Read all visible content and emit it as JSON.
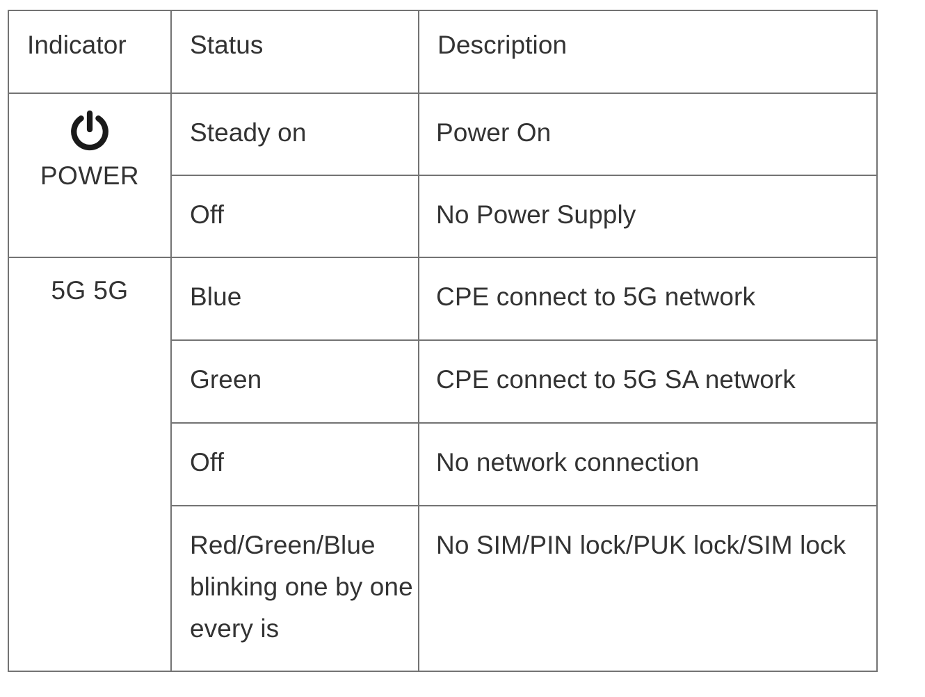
{
  "table": {
    "columns": [
      "Indicator",
      "Status",
      "Description"
    ],
    "groups": [
      {
        "indicator": {
          "icon": "power-icon",
          "label": "POWER"
        },
        "rows": [
          {
            "status": "Steady on",
            "description": "Power On"
          },
          {
            "status": "Off",
            "description": "No Power Supply"
          }
        ]
      },
      {
        "indicator": {
          "icon": "none",
          "label": "5G 5G"
        },
        "rows": [
          {
            "status": "Blue",
            "description": "CPE connect to 5G network"
          },
          {
            "status": "Green",
            "description": "CPE connect to 5G SA network"
          },
          {
            "status": "Off",
            "description": "No network connection"
          },
          {
            "status": "Red/Green/Blue blinking one by one every is",
            "description": "No SIM/PIN lock/PUK lock/SIM lock"
          }
        ]
      }
    ]
  },
  "colors": {
    "border": "#737373",
    "text": "#333333",
    "background": "#ffffff"
  }
}
